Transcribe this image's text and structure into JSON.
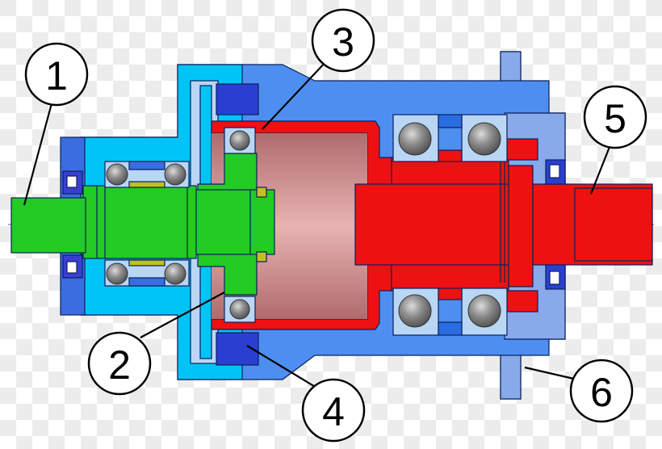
{
  "colors": {
    "housing_outer": "#4d8ff0",
    "housing_light": "#00c4f5",
    "housing_pale": "#88aaea",
    "input_shaft": "#22cc22",
    "output_shaft": "#ee1111",
    "cup_inner": "#c88888",
    "bearing_race": "#b9d6f5",
    "seal_blue": "#2a3fd0",
    "background_checker_a": "#ececec",
    "background_checker_b": "#ffffff"
  },
  "callouts": [
    {
      "label": "1",
      "part": "input-shaft"
    },
    {
      "label": "2",
      "part": "input-flange"
    },
    {
      "label": "3",
      "part": "output-cup"
    },
    {
      "label": "4",
      "part": "seal-ring"
    },
    {
      "label": "5",
      "part": "output-shaft"
    },
    {
      "label": "6",
      "part": "housing-flange"
    }
  ]
}
